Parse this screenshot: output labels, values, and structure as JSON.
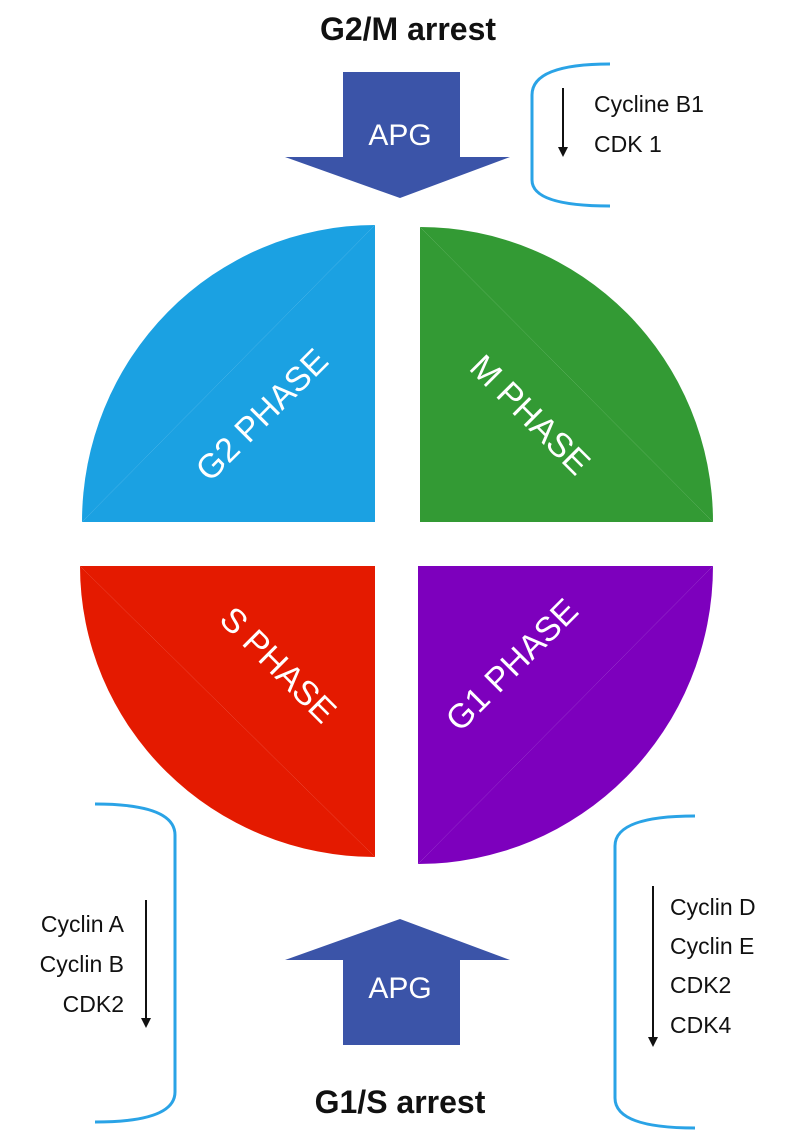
{
  "titles": {
    "top": "G2/M arrest",
    "bottom": "G1/S arrest"
  },
  "arrows": {
    "top_label": "APG",
    "bottom_label": "APG",
    "color": "#3b54a8"
  },
  "phases": {
    "g2": {
      "label": "G2 PHASE",
      "color": "#1ba1e2"
    },
    "m": {
      "label": "M PHASE",
      "color": "#339a34"
    },
    "s": {
      "label": "S PHASE",
      "color": "#e41a00"
    },
    "g1": {
      "label": "G1 PHASE",
      "color": "#7d00bd"
    }
  },
  "protein_groups": {
    "top_right": [
      "Cycline B1",
      "CDK 1"
    ],
    "bottom_left": [
      "Cyclin A",
      "Cyclin B",
      "CDK2"
    ],
    "bottom_right": [
      "Cyclin D",
      "Cyclin E",
      "CDK2",
      "CDK4"
    ]
  },
  "bracket_color": "#2aa3e6"
}
